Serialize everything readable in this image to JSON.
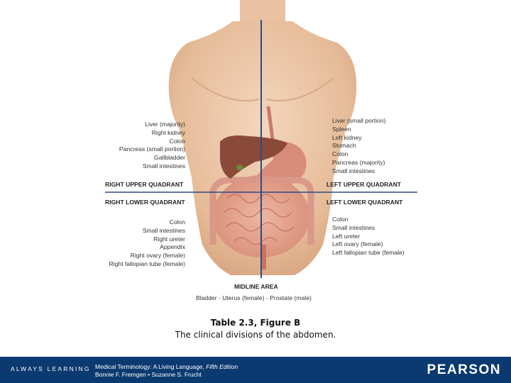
{
  "diagram": {
    "upper_left_organs": [
      "Liver (majority)",
      "Right kidney",
      "Colon",
      "Pancreas (small portion)",
      "Gallbladder",
      "Small intestines"
    ],
    "upper_right_organs": [
      "Liver (small portion)",
      "Spleen",
      "Left kidney",
      "Stomach",
      "Colon",
      "Pancreas (majority)",
      "Small intestines"
    ],
    "lower_left_organs": [
      "Colon",
      "Small intestines",
      "Right ureter",
      "Appendix",
      "Right ovary (female)",
      "Right fallopian tube (female)"
    ],
    "lower_right_organs": [
      "Colon",
      "Small intestines",
      "Left ureter",
      "Left ovary (female)",
      "Left fallopian tube (female)"
    ],
    "quadrants": {
      "right_upper": "RIGHT UPPER QUADRANT",
      "left_upper": "LEFT UPPER QUADRANT",
      "right_lower": "RIGHT LOWER QUADRANT",
      "left_lower": "LEFT LOWER QUADRANT"
    },
    "midline": {
      "title": "MIDLINE AREA",
      "text": "Bladder - Uterus (female) - Prostate (male)"
    }
  },
  "caption": {
    "title": "Table 2.3, Figure B",
    "subtitle": "The clinical divisions of the abdomen."
  },
  "footer": {
    "tagline": "ALWAYS LEARNING",
    "book_title": "Medical Terminology: A Living Language, ",
    "book_edition": "Fifth Edition",
    "authors": "Bonnie F. Fremgen • Suzanne S. Frucht",
    "brand": "PEARSON"
  },
  "colors": {
    "axis_line": "#2c4a8a",
    "skin": "#ecc7a6",
    "liver": "#8a4a3a",
    "intestine": "#e2a08c",
    "footer_bg": "#0b3a70"
  }
}
